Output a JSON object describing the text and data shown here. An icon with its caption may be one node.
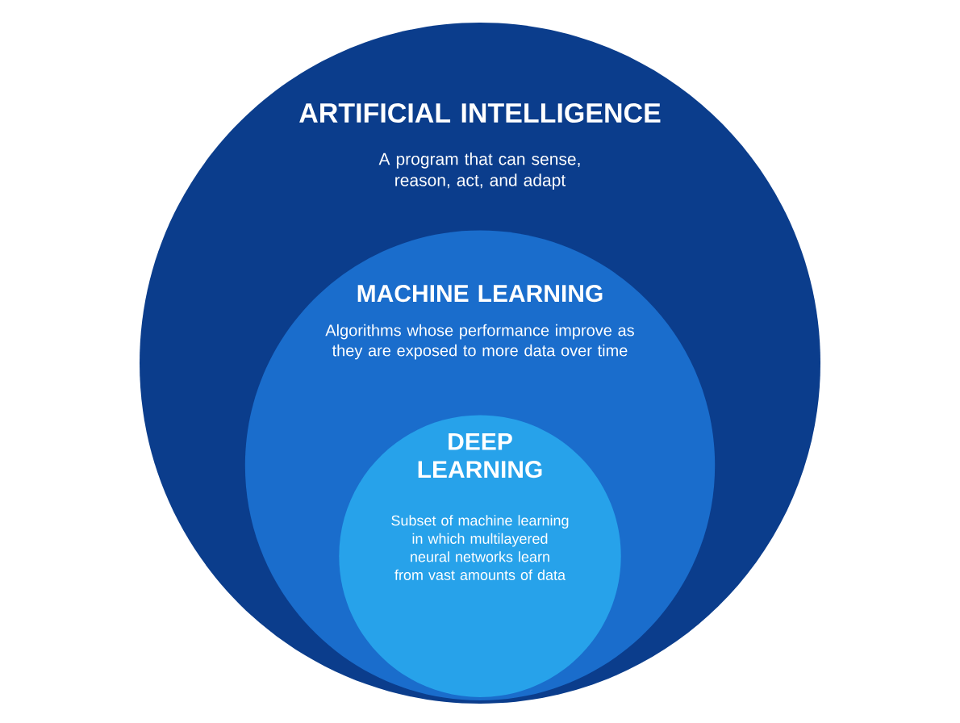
{
  "diagram": {
    "nodes": [
      {
        "text": [
          "ARTIFICIAL INTELLIGENCE",
          "A program that can sense, reason, act, and adapt"
        ]
      },
      {
        "text": [
          "MACHINE LEARNING",
          "Algorithms whose performance improve as they are exposed to more data over time"
        ],
        "in": 0
      },
      {
        "text": [
          "DEEP LEARNING",
          "Subset of machine learning in which multilayered neural networks learn from vast amounts of data"
        ],
        "in": 1
      }
    ]
  }
}
